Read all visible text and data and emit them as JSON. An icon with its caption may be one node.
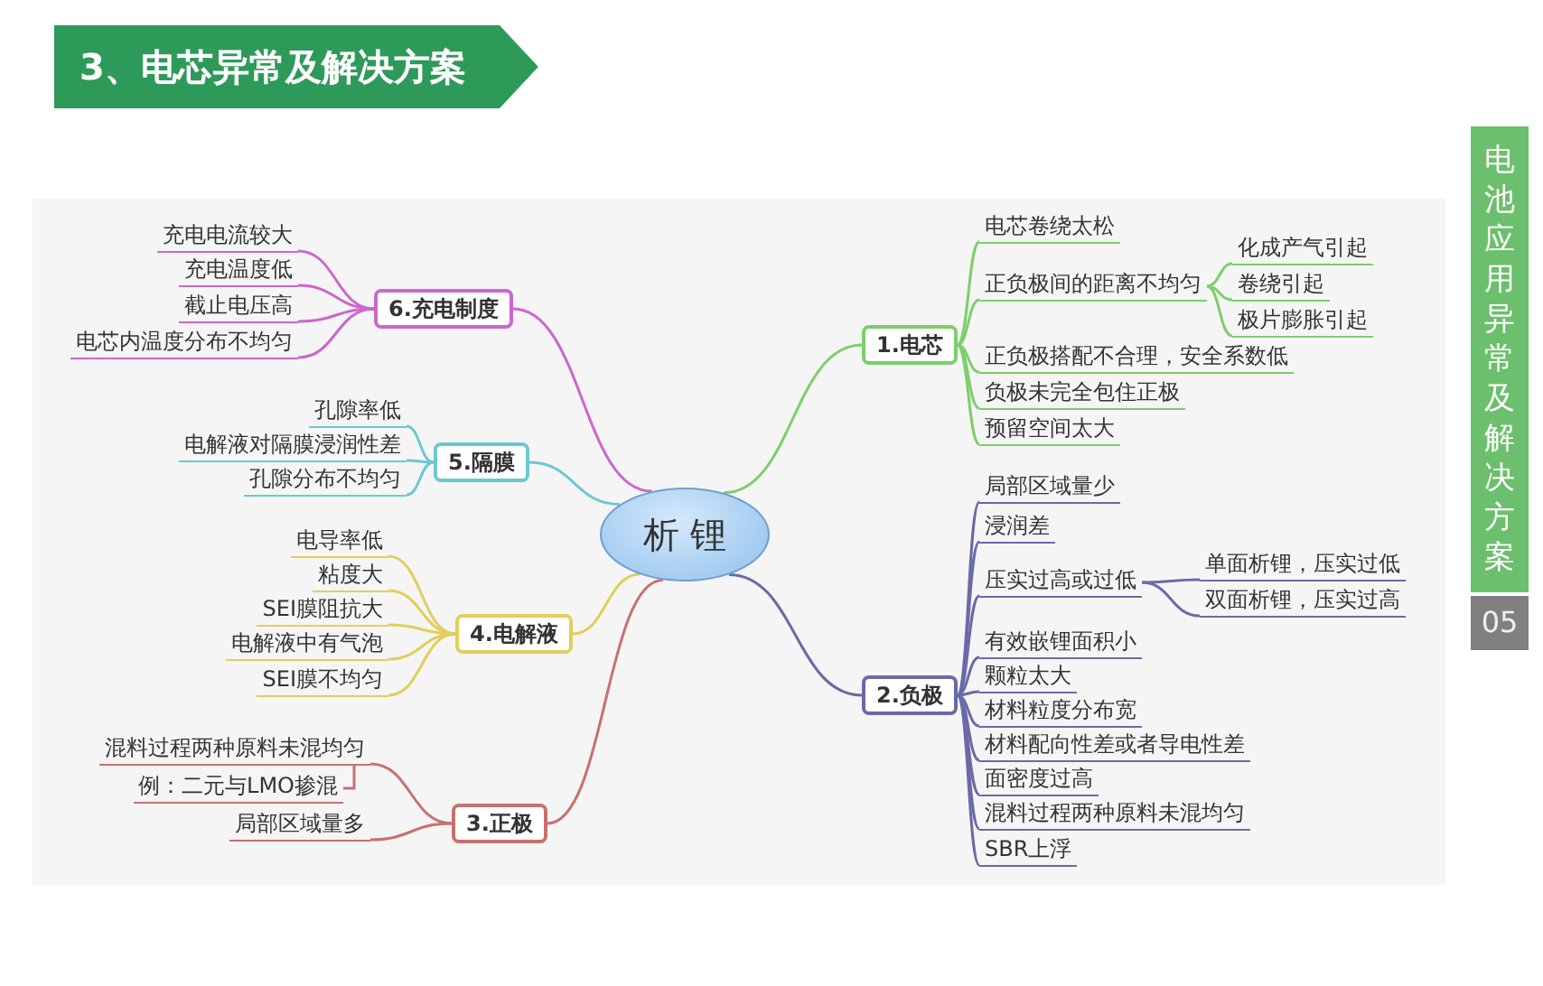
{
  "diagram": {
    "title": "3、电芯异常及解决方案",
    "nodes": [
      {
        "text": [
          "析 锂"
        ]
      },
      {
        "text": [
          "1.电芯"
        ]
      },
      {
        "text": [
          "电芯卷绕太松"
        ]
      },
      {
        "text": [
          "正负极间的距离不均匀"
        ]
      },
      {
        "text": [
          "化成产气引起"
        ]
      },
      {
        "text": [
          "卷绕引起"
        ]
      },
      {
        "text": [
          "极片膨胀引起"
        ]
      },
      {
        "text": [
          "正负极搭配不合理，安全系数低"
        ]
      },
      {
        "text": [
          "负极未完全包住正极"
        ]
      },
      {
        "text": [
          "预留空间太大"
        ]
      },
      {
        "text": [
          "2.负极"
        ]
      },
      {
        "text": [
          "局部区域量少"
        ]
      },
      {
        "text": [
          "浸润差"
        ]
      },
      {
        "text": [
          "压实过高或过低"
        ]
      },
      {
        "text": [
          "单面析锂，压实过低"
        ]
      },
      {
        "text": [
          "双面析锂，压实过高"
        ]
      },
      {
        "text": [
          "有效嵌锂面积小"
        ]
      },
      {
        "text": [
          "颗粒太大"
        ]
      },
      {
        "text": [
          "材料粒度分布宽"
        ]
      },
      {
        "text": [
          "材料配向性差或者导电性差"
        ]
      },
      {
        "text": [
          "面密度过高"
        ]
      },
      {
        "text": [
          "混料过程两种原料未混均匀"
        ]
      },
      {
        "text": [
          "SBR上浮"
        ]
      },
      {
        "text": [
          "3.正极"
        ]
      },
      {
        "text": [
          "混料过程两种原料未混均匀"
        ]
      },
      {
        "text": [
          "例：二元与LMO掺混"
        ]
      },
      {
        "text": [
          "局部区域量多"
        ]
      },
      {
        "text": [
          "4.电解液"
        ]
      },
      {
        "text": [
          "电导率低"
        ]
      },
      {
        "text": [
          "粘度大"
        ]
      },
      {
        "text": [
          "SEI膜阻抗大"
        ]
      },
      {
        "text": [
          "电解液中有气泡"
        ]
      },
      {
        "text": [
          "SEI膜不均匀"
        ]
      },
      {
        "text": [
          "5.隔膜"
        ]
      },
      {
        "text": [
          "孔隙率低"
        ]
      },
      {
        "text": [
          "电解液对隔膜浸润性差"
        ]
      },
      {
        "text": [
          "孔隙分布不均匀"
        ]
      },
      {
        "text": [
          "6.充电制度"
        ]
      },
      {
        "text": [
          "充电电流较大"
        ]
      },
      {
        "text": [
          "充电温度低"
        ]
      },
      {
        "text": [
          "截止电压高"
        ]
      },
      {
        "text": [
          "电芯内温度分布不均匀"
        ]
      }
    ],
    "edges": [
      {
        "from": 0,
        "to": 1,
        "arrow": "none",
        "color": "#7ccf6a"
      },
      {
        "from": 1,
        "to": 2,
        "arrow": "none",
        "color": "#7ccf6a"
      },
      {
        "from": 1,
        "to": 3,
        "arrow": "none",
        "color": "#7ccf6a"
      },
      {
        "from": 3,
        "to": 4,
        "arrow": "none",
        "color": "#7ccf6a"
      },
      {
        "from": 3,
        "to": 5,
        "arrow": "none",
        "color": "#7ccf6a"
      },
      {
        "from": 3,
        "to": 6,
        "arrow": "none",
        "color": "#7ccf6a"
      },
      {
        "from": 1,
        "to": 7,
        "arrow": "none",
        "color": "#7ccf6a"
      },
      {
        "from": 1,
        "to": 8,
        "arrow": "none",
        "color": "#7ccf6a"
      },
      {
        "from": 1,
        "to": 9,
        "arrow": "none",
        "color": "#7ccf6a"
      },
      {
        "from": 0,
        "to": 10,
        "arrow": "none",
        "color": "#6a6aa8"
      },
      {
        "from": 10,
        "to": 11,
        "arrow": "none",
        "color": "#6a6aa8"
      },
      {
        "from": 10,
        "to": 12,
        "arrow": "none",
        "color": "#6a6aa8"
      },
      {
        "from": 10,
        "to": 13,
        "arrow": "none",
        "color": "#6a6aa8"
      },
      {
        "from": 13,
        "to": 14,
        "arrow": "none",
        "color": "#6a6aa8"
      },
      {
        "from": 13,
        "to": 15,
        "arrow": "none",
        "color": "#6a6aa8"
      },
      {
        "from": 10,
        "to": 16,
        "arrow": "none",
        "color": "#6a6aa8"
      },
      {
        "from": 10,
        "to": 17,
        "arrow": "none",
        "color": "#6a6aa8"
      },
      {
        "from": 10,
        "to": 18,
        "arrow": "none",
        "color": "#6a6aa8"
      },
      {
        "from": 10,
        "to": 19,
        "arrow": "none",
        "color": "#6a6aa8"
      },
      {
        "from": 10,
        "to": 20,
        "arrow": "none",
        "color": "#6a6aa8"
      },
      {
        "from": 10,
        "to": 21,
        "arrow": "none",
        "color": "#6a6aa8"
      },
      {
        "from": 10,
        "to": 22,
        "arrow": "none",
        "color": "#6a6aa8"
      },
      {
        "from": 0,
        "to": 23,
        "arrow": "none",
        "color": "#c8706f"
      },
      {
        "from": 23,
        "to": 24,
        "arrow": "none",
        "color": "#c8706f"
      },
      {
        "from": 24,
        "to": 25,
        "arrow": "none",
        "color": "#c8706f"
      },
      {
        "from": 23,
        "to": 26,
        "arrow": "none",
        "color": "#c8706f"
      },
      {
        "from": 0,
        "to": 27,
        "arrow": "none",
        "color": "#e0cf5a"
      },
      {
        "from": 27,
        "to": 28,
        "arrow": "none",
        "color": "#e0cf5a"
      },
      {
        "from": 27,
        "to": 29,
        "arrow": "none",
        "color": "#e0cf5a"
      },
      {
        "from": 27,
        "to": 30,
        "arrow": "none",
        "color": "#e0cf5a"
      },
      {
        "from": 27,
        "to": 31,
        "arrow": "none",
        "color": "#e0cf5a"
      },
      {
        "from": 27,
        "to": 32,
        "arrow": "none",
        "color": "#e0cf5a"
      },
      {
        "from": 0,
        "to": 33,
        "arrow": "none",
        "color": "#6cc8d0"
      },
      {
        "from": 33,
        "to": 34,
        "arrow": "none",
        "color": "#6cc8d0"
      },
      {
        "from": 33,
        "to": 35,
        "arrow": "none",
        "color": "#6cc8d0"
      },
      {
        "from": 33,
        "to": 36,
        "arrow": "none",
        "color": "#6cc8d0"
      },
      {
        "from": 0,
        "to": 37,
        "arrow": "none",
        "color": "#cc66cc"
      },
      {
        "from": 37,
        "to": 38,
        "arrow": "none",
        "color": "#cc66cc"
      },
      {
        "from": 37,
        "to": 39,
        "arrow": "none",
        "color": "#cc66cc"
      },
      {
        "from": 37,
        "to": 40,
        "arrow": "none",
        "color": "#cc66cc"
      },
      {
        "from": 37,
        "to": 41,
        "arrow": "none",
        "color": "#cc66cc"
      }
    ],
    "labels": [
      "电池应用异常及解决方案",
      "05"
    ]
  }
}
